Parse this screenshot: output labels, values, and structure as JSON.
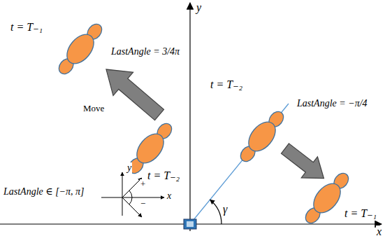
{
  "diagram": {
    "labels": [
      "y",
      "t = T₋₁",
      "LastAngle = 3/4π",
      "Move",
      "t = T₋₂",
      "t = T₋₂",
      "LastAngle = −π/4",
      "LastAngle ∈ [−π, π]",
      "y",
      "+",
      "−",
      "x",
      "t = T₋₁",
      "γ",
      "x"
    ]
  }
}
